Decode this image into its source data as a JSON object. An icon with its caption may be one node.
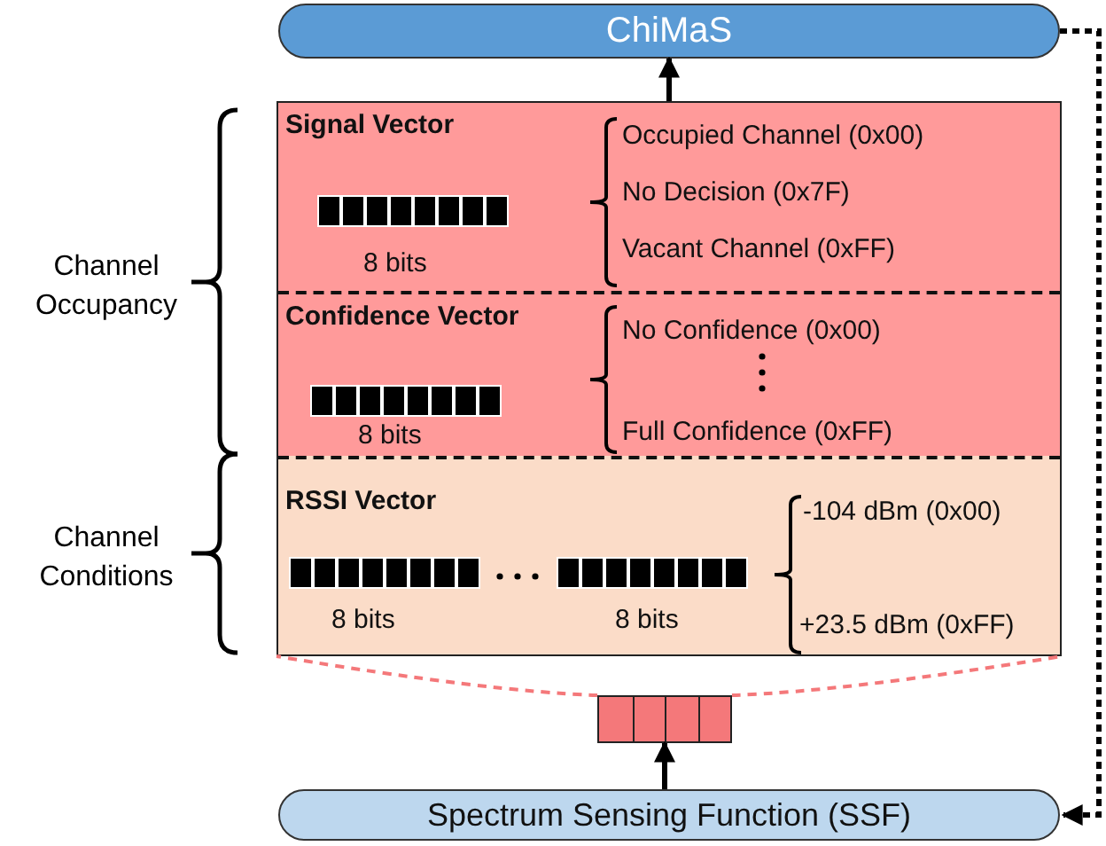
{
  "diagram": {
    "nodes": [
      {
        "text": [
          "ChiMaS"
        ]
      },
      {
        "text": [],
        "shape": "box"
      },
      {
        "text": [
          "Signal Vector",
          "8 bits",
          "Occupied Channel (0x00)",
          "No Decision (0x7F)",
          "Vacant Channel (0xFF)"
        ],
        "in": 1
      },
      {
        "text": [
          "Confidence Vector",
          "8 bits",
          "No Confidence (0x00)",
          "Full Confidence (0xFF)"
        ],
        "in": 1
      },
      {
        "text": [
          "RSSI Vector",
          "8 bits",
          "8 bits",
          "-104 dBm (0x00)",
          "+23.5 dBm (0xFF)"
        ],
        "in": 1
      },
      {
        "text": [],
        "shape": "box"
      },
      {
        "text": [
          "Spectrum Sensing Function (SSF)"
        ]
      }
    ],
    "edges": [
      {
        "from": 1,
        "to": 0,
        "arrow": "to"
      },
      {
        "from": 0,
        "to": 6,
        "arrow": "to",
        "style": "dashed"
      },
      {
        "from": 6,
        "to": 5,
        "arrow": "to"
      },
      {
        "from": 5,
        "to": 1,
        "arrow": "none",
        "style": "dashed",
        "color": "#f4787a"
      },
      {
        "from": 5,
        "to": 1,
        "arrow": "none",
        "style": "dashed",
        "color": "#f4787a"
      }
    ],
    "labels": [
      "Channel Occupancy",
      "Channel Conditions"
    ]
  }
}
